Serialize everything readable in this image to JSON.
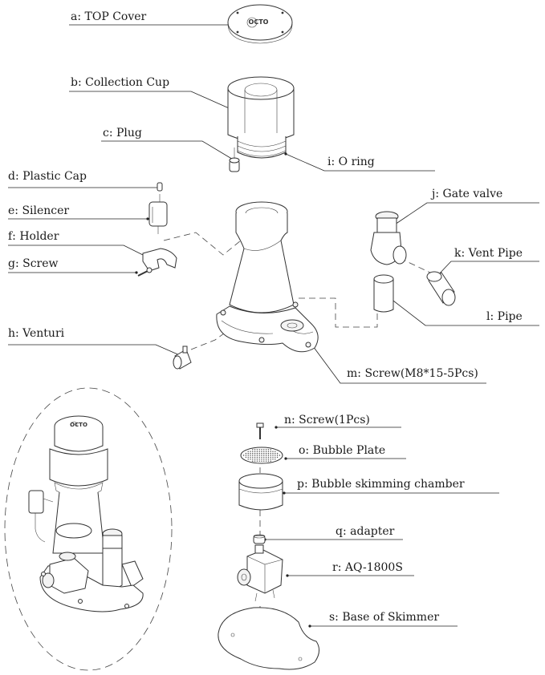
{
  "parts": [
    {
      "id": "a",
      "label": "a: TOP Cover"
    },
    {
      "id": "b",
      "label": "b: Collection Cup"
    },
    {
      "id": "c",
      "label": "c: Plug"
    },
    {
      "id": "i",
      "label": "i: O ring"
    },
    {
      "id": "d",
      "label": "d: Plastic Cap"
    },
    {
      "id": "e",
      "label": "e: Silencer"
    },
    {
      "id": "f",
      "label": "f: Holder"
    },
    {
      "id": "g",
      "label": "g: Screw"
    },
    {
      "id": "j",
      "label": "j: Gate valve"
    },
    {
      "id": "k",
      "label": "k: Vent Pipe"
    },
    {
      "id": "l",
      "label": "l: Pipe"
    },
    {
      "id": "h",
      "label": "h: Venturi"
    },
    {
      "id": "m",
      "label": "m: Screw(M8*15-5Pcs)"
    },
    {
      "id": "n",
      "label": "n: Screw(1Pcs)"
    },
    {
      "id": "o",
      "label": "o: Bubble Plate"
    },
    {
      "id": "p",
      "label": "p: Bubble skimming chamber"
    },
    {
      "id": "q",
      "label": "q: adapter"
    },
    {
      "id": "r",
      "label": "r: AQ-1800S"
    },
    {
      "id": "s",
      "label": "s: Base of Skimmer"
    }
  ],
  "logo": {
    "text": "OCTO"
  }
}
